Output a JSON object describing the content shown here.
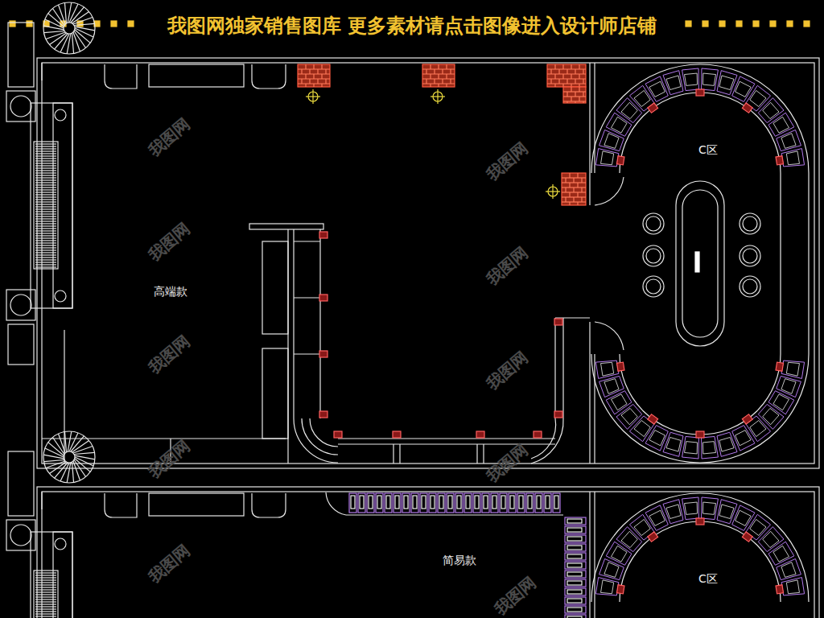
{
  "diagram": {
    "title": "我图网独家销售图库 更多素材请点击图像进入设计师店铺",
    "labels": [
      "高端款",
      "C区",
      "简易款",
      "C区",
      "我图网",
      "我图网",
      "我图网",
      "我图网",
      "我图网",
      "我图网",
      "我图网",
      "我图网",
      "我图网",
      "我图网"
    ]
  }
}
